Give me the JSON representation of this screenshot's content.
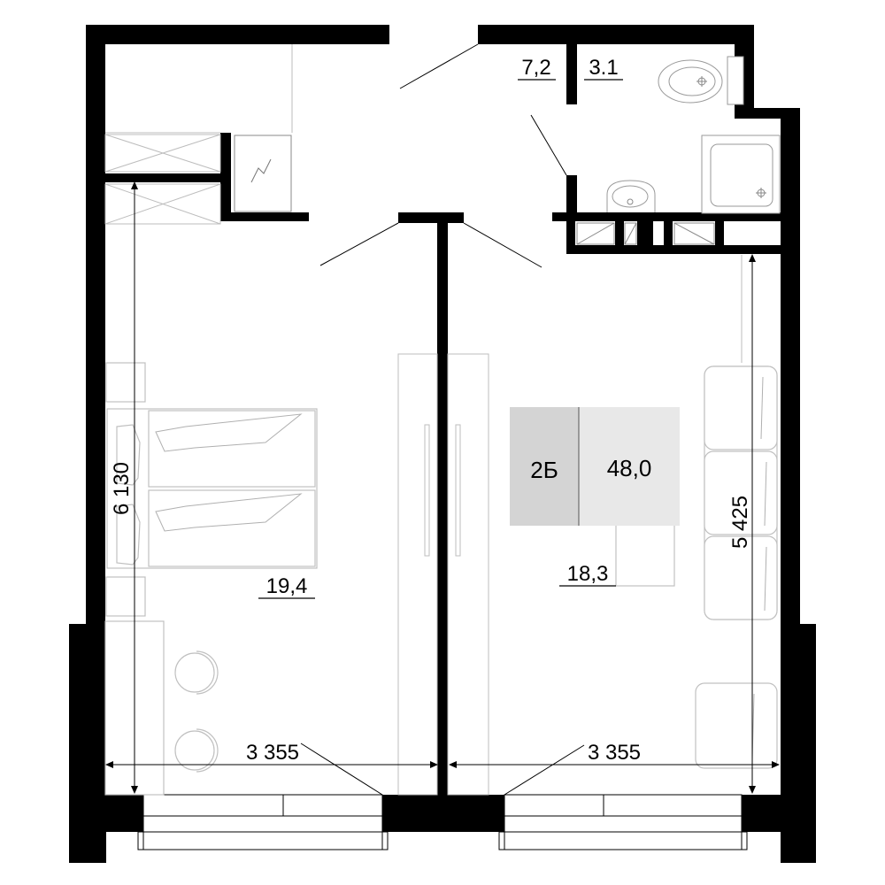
{
  "plan": {
    "unit_type": "2Б",
    "total_area": "48,0",
    "rooms": {
      "bedroom_area": "19,4",
      "living_area": "18,3",
      "hall_area": "7,2",
      "bathroom_area": "3.1"
    },
    "dimensions": {
      "bedroom_width": "3 355",
      "living_width": "3 355",
      "bedroom_depth": "6 130",
      "living_depth": "5 425"
    },
    "colors": {
      "wall": "#000000",
      "badge_type_bg": "#d4d4d4",
      "badge_area_bg": "#e8e8e8"
    }
  }
}
